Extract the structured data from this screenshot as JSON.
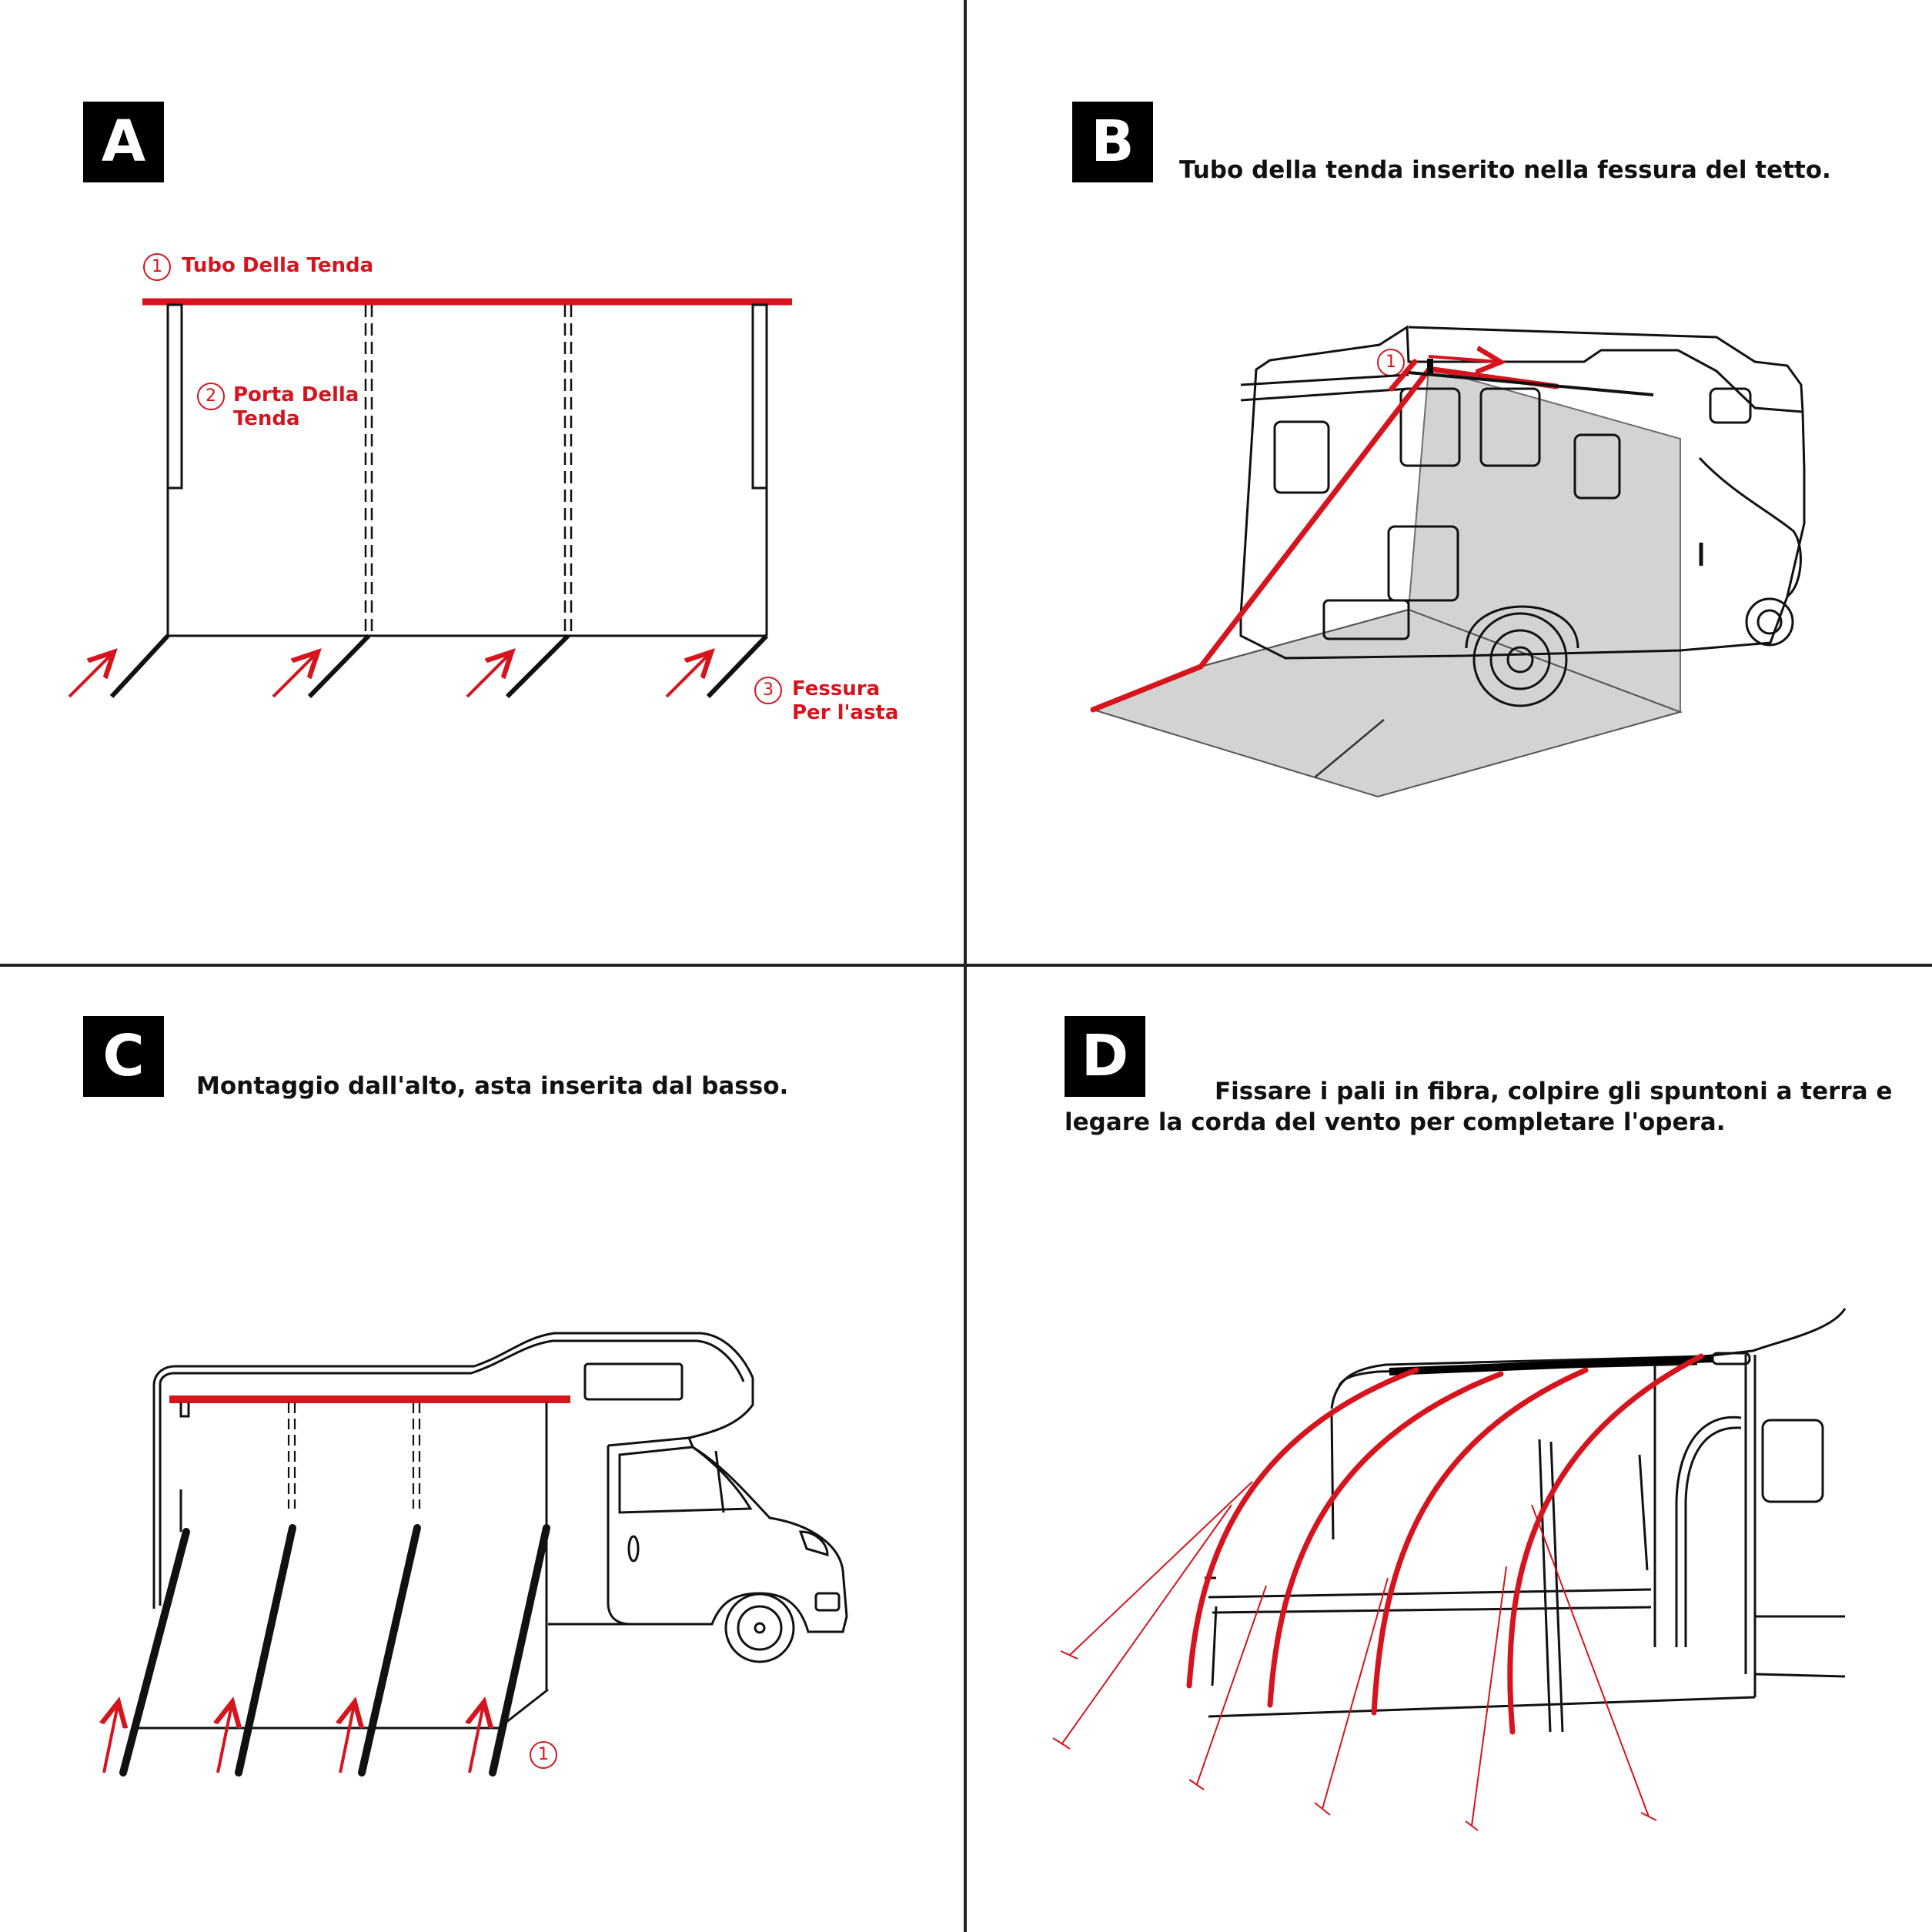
{
  "panels": {
    "a": {
      "badge": "A"
    },
    "b": {
      "badge": "B",
      "caption": "Tubo della tenda inserito nella fessura del tetto."
    },
    "c": {
      "badge": "C",
      "caption": "Montaggio dall'alto, asta inserita dal basso."
    },
    "d": {
      "badge": "D",
      "caption_line1": "Fissare i pali in fibra, colpire gli spuntoni a terra e",
      "caption_line2": "legare la corda del vento per completare l'opera."
    }
  },
  "labels": {
    "tubo": {
      "num": "1",
      "text": "Tubo Della Tenda"
    },
    "porta": {
      "num": "2",
      "line1": "Porta Della",
      "line2": "Tenda"
    },
    "fessura": {
      "num": "3",
      "line1": "Fessura",
      "line2": "Per l'asta"
    },
    "b_marker": "1",
    "c_marker": "1"
  },
  "colors": {
    "accent_red": "#d5141e",
    "line": "#111111",
    "shade": "#d3d3d3"
  },
  "icons": [
    "red-arrow-icon",
    "numbered-circle-icon",
    "motorhome-outline"
  ]
}
